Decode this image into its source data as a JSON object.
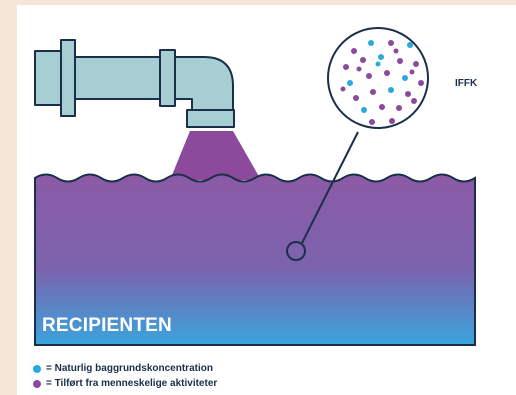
{
  "recipient_label": "RECIPIENTEN",
  "zoom_label": "IFFK",
  "legend": [
    {
      "color": "#29a9dc",
      "label": "= Naturlig baggrundskoncentration"
    },
    {
      "color": "#8b4a9c",
      "label": "= Tilført fra menneskelige aktiviteter"
    }
  ],
  "colors": {
    "pipe": "#a7cfd3",
    "outline": "#1b2f4a",
    "water_top": "#8b5aa6",
    "water_bottom": "#3aa4dd",
    "discharge": "#8b4a9c"
  },
  "zoom_particles": {
    "natural_count": 8,
    "added_count": 21
  }
}
